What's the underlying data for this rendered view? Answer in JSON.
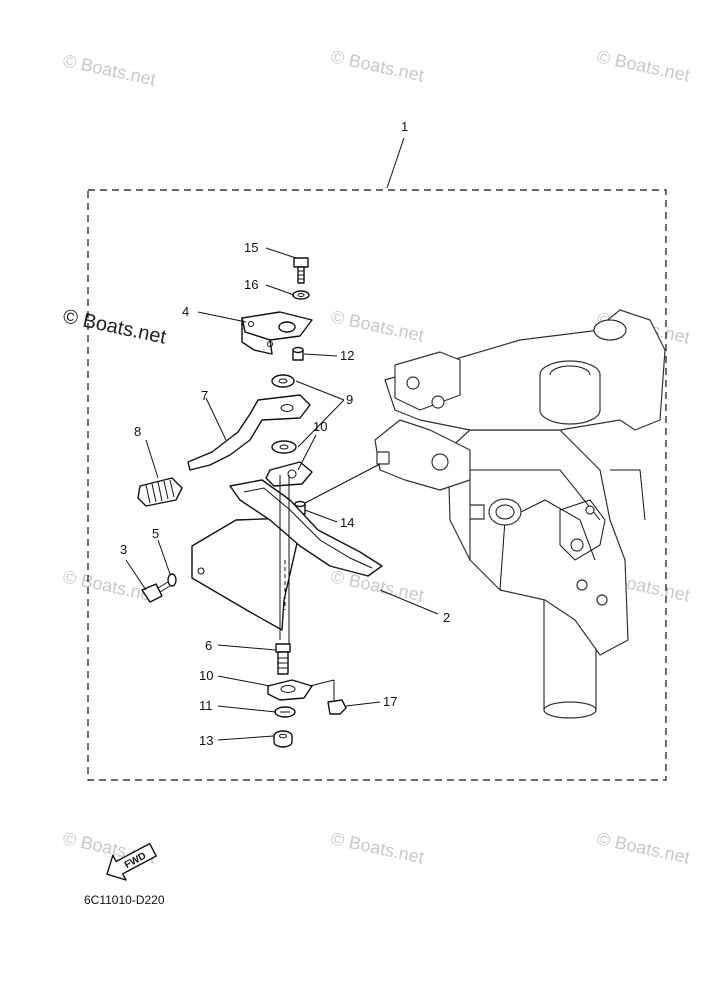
{
  "diagram": {
    "diagram_code": "6C11010-D220",
    "fwd_label": "FWD",
    "watermark": "© Boats.net",
    "callouts": [
      "1",
      "2",
      "3",
      "4",
      "5",
      "6",
      "7",
      "8",
      "9",
      "10",
      "11",
      "12",
      "13",
      "14",
      "15",
      "16",
      "17"
    ]
  }
}
